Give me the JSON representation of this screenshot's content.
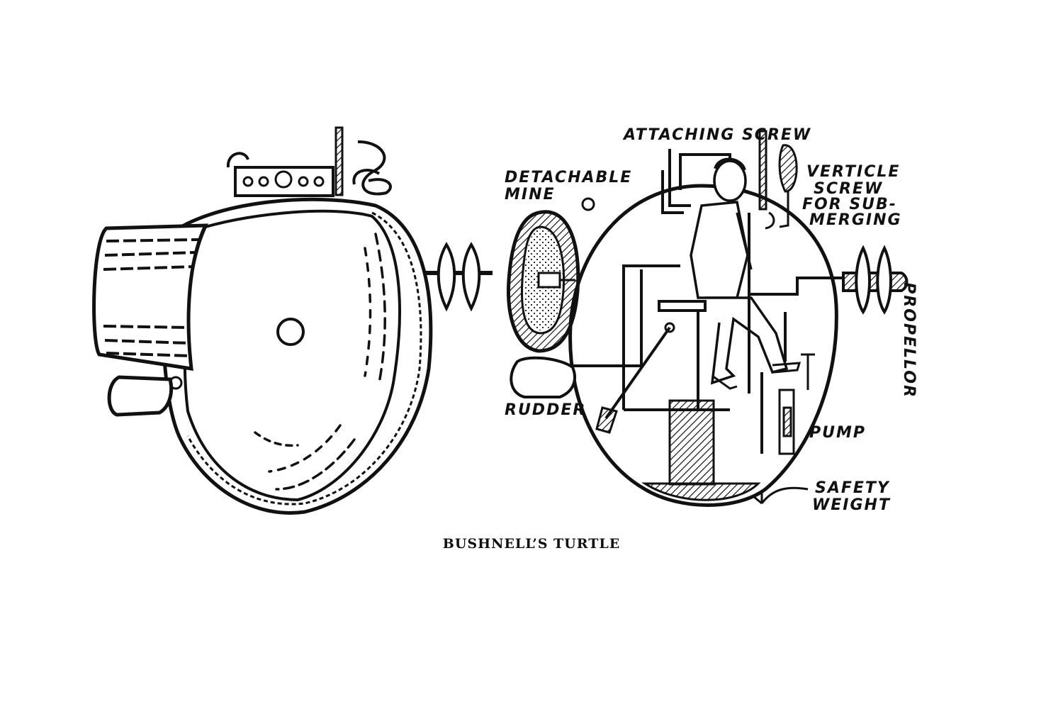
{
  "caption": "BUSHNELL’S TURTLE",
  "labels": {
    "attaching_screw": "ATTACHING SCREW",
    "detachable_mine": [
      "DETACHABLE",
      "MINE"
    ],
    "verticle_screw": [
      "VERTICLE",
      "SCREW",
      "FOR SUB-",
      "MERGING"
    ],
    "propellor": "PROPELLOR",
    "rudder": "RUDDER",
    "pump": "PUMP",
    "safety_weight": [
      "SAFETY",
      "WEIGHT"
    ]
  },
  "colors": {
    "ink": "#111111",
    "paper": "#ffffff"
  }
}
